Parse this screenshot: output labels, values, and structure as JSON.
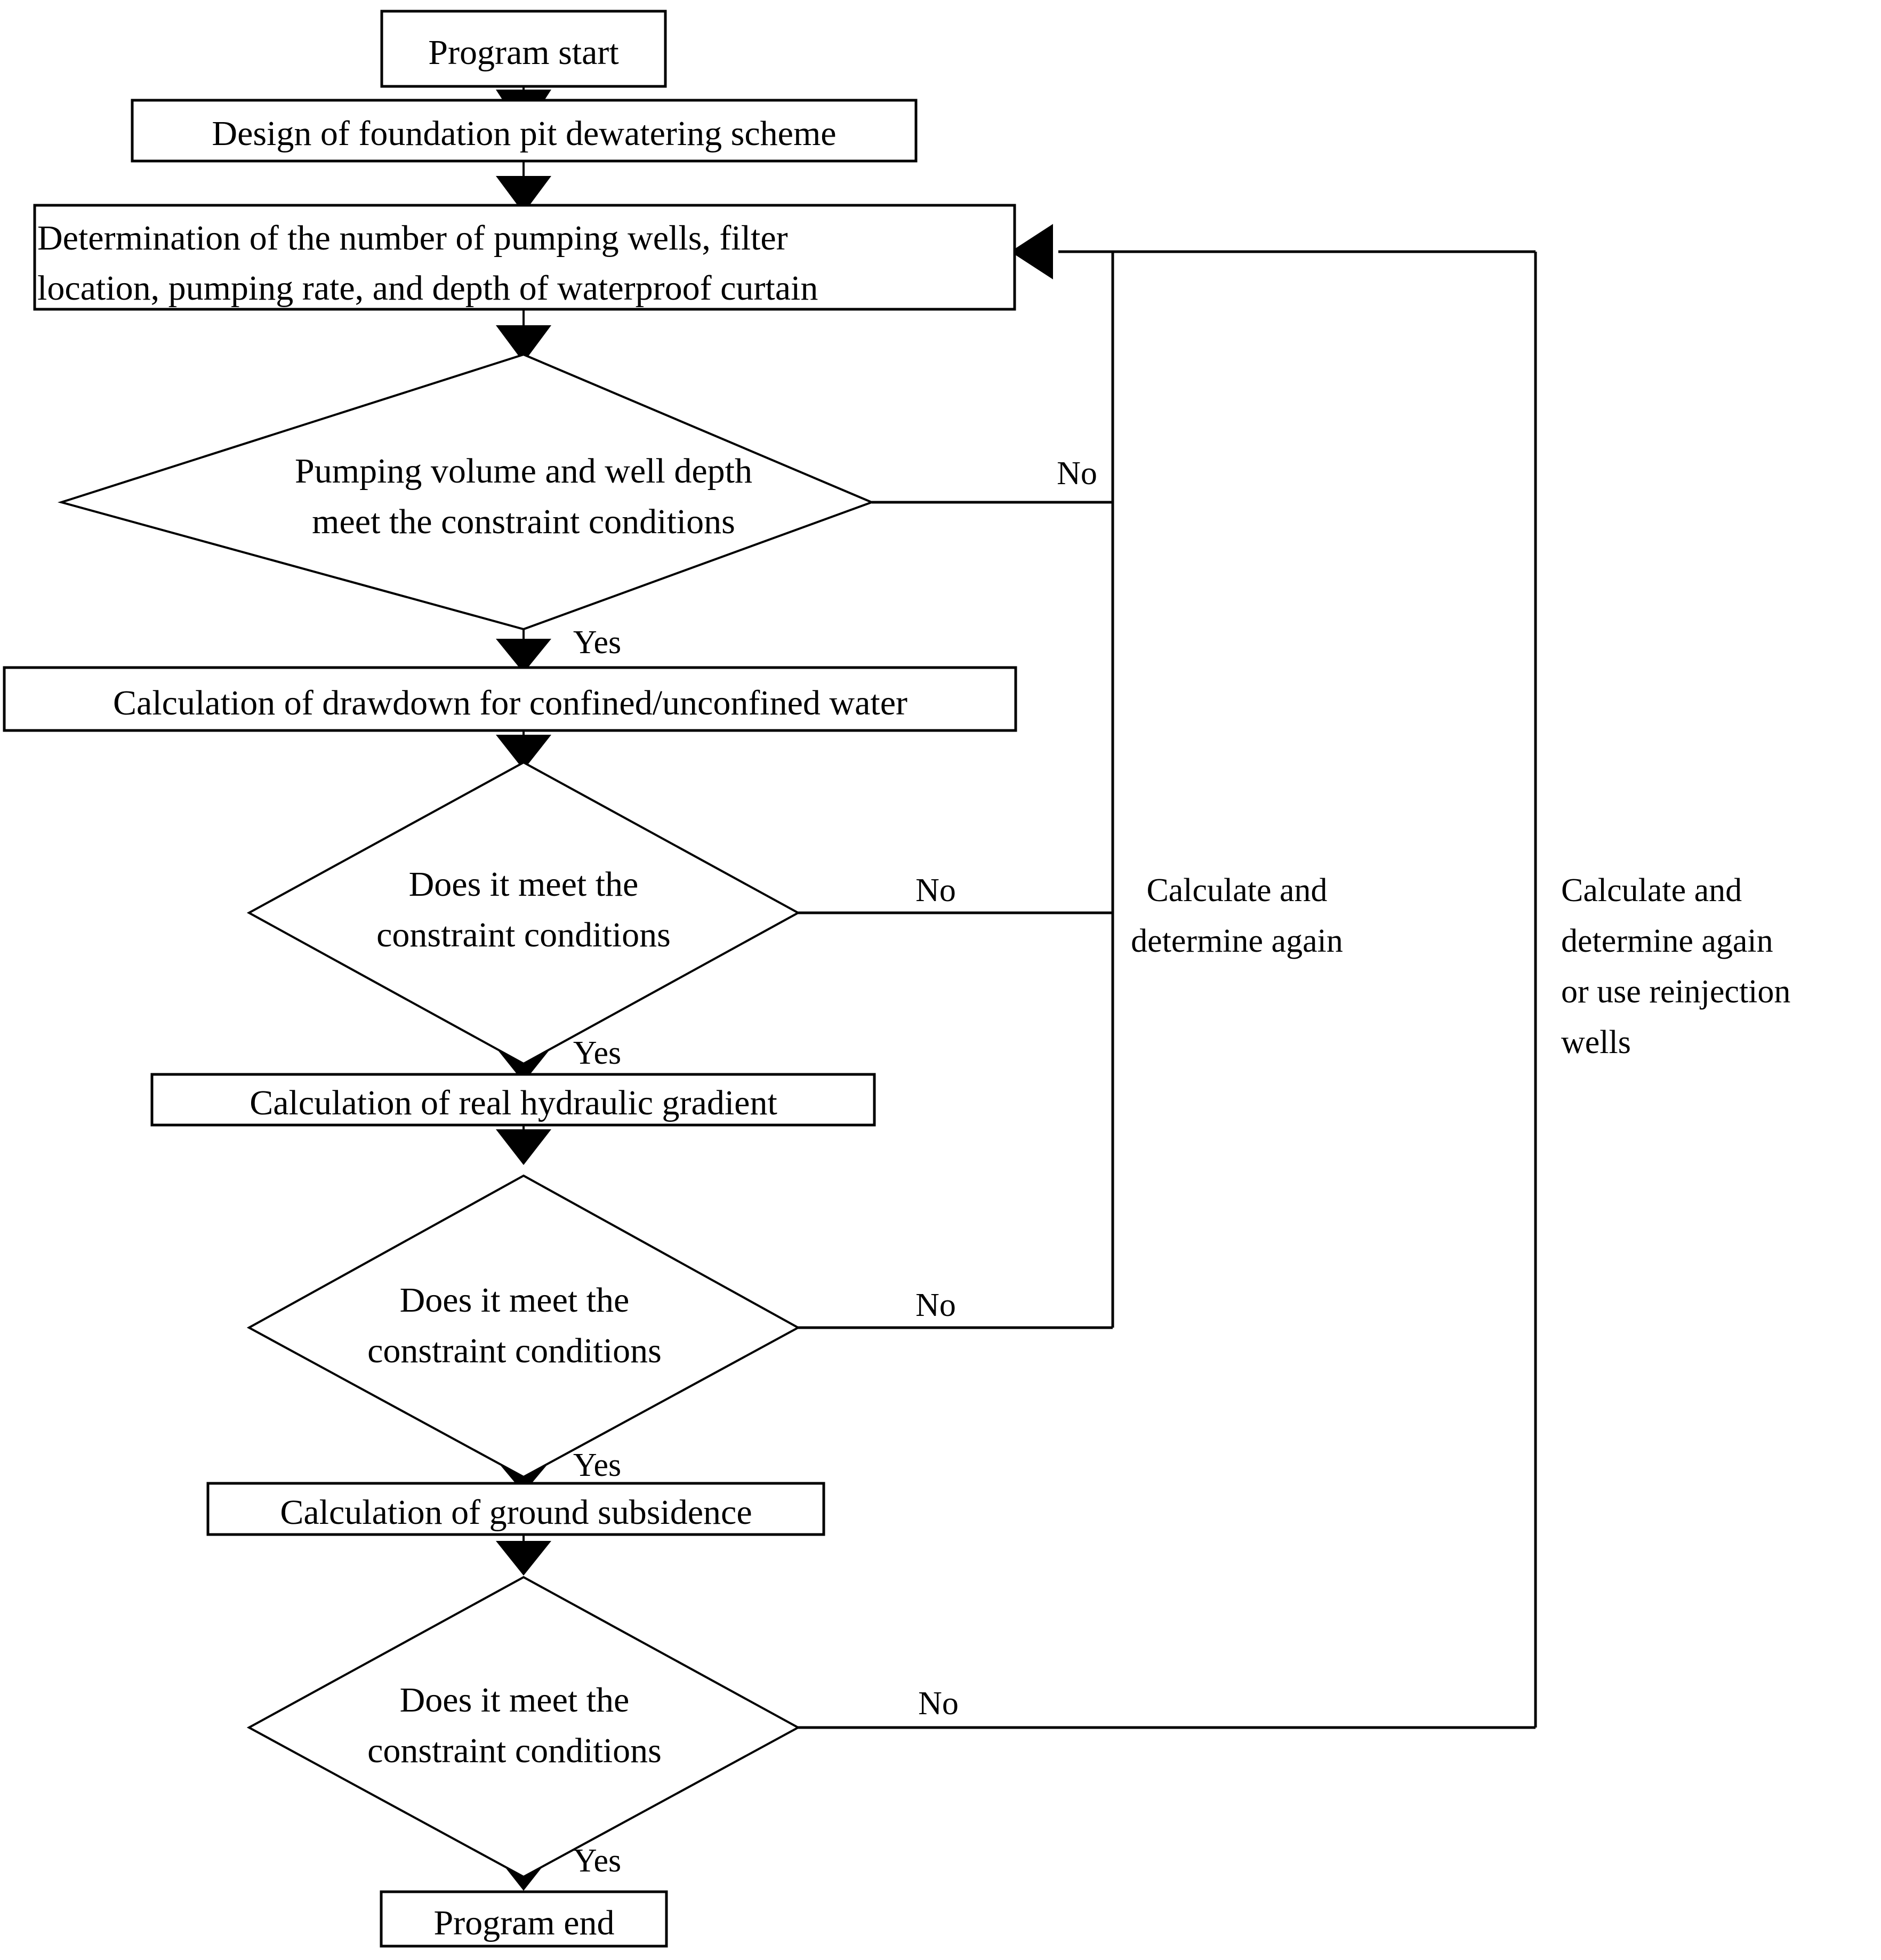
{
  "diagram": {
    "title": "Foundation pit dewatering design program flowchart",
    "type": "flowchart",
    "background_color": "#ffffff",
    "line_color": "#000000",
    "text_color": "#000000"
  },
  "nodes": {
    "start": {
      "id": "start",
      "shape": "rect",
      "label": "Program start"
    },
    "design": {
      "id": "design",
      "shape": "rect",
      "label": "Design of foundation pit dewatering scheme"
    },
    "determination": {
      "id": "determination",
      "shape": "rect",
      "label_line1": "Determination of the number of pumping wells, filter",
      "label_line2": "location, pumping rate, and depth of waterproof curtain"
    },
    "decision1": {
      "id": "decision1",
      "shape": "diamond",
      "label_line1": "Pumping volume and well depth",
      "label_line2": "meet  the constraint conditions"
    },
    "drawdown": {
      "id": "drawdown",
      "shape": "rect",
      "label": "Calculation of  drawdown for confined/unconfined water"
    },
    "decision2": {
      "id": "decision2",
      "shape": "diamond",
      "label_line1": "Does it meet the",
      "label_line2": "constraint conditions"
    },
    "gradient": {
      "id": "gradient",
      "shape": "rect",
      "label": "Calculation of  real hydraulic gradient"
    },
    "decision3": {
      "id": "decision3",
      "shape": "diamond",
      "label_line1": "Does it meet the",
      "label_line2": "constraint conditions"
    },
    "subsidence": {
      "id": "subsidence",
      "shape": "rect",
      "label": "Calculation of  ground subsidence"
    },
    "decision4": {
      "id": "decision4",
      "shape": "diamond",
      "label_line1": "Does it meet the",
      "label_line2": "constraint conditions"
    },
    "end": {
      "id": "end",
      "shape": "rect",
      "label": "Program end"
    }
  },
  "edge_labels": {
    "no1": "No",
    "yes1": "Yes",
    "no2": "No",
    "yes2": "Yes",
    "no3": "No",
    "yes3": "Yes",
    "no4": "No",
    "yes4": "Yes"
  },
  "side_notes": {
    "inner": {
      "line1": "Calculate and",
      "line2": "determine again"
    },
    "outer": {
      "line1": "Calculate and",
      "line2": "determine again",
      "line3": "or use reinjection",
      "line4": "wells"
    }
  }
}
